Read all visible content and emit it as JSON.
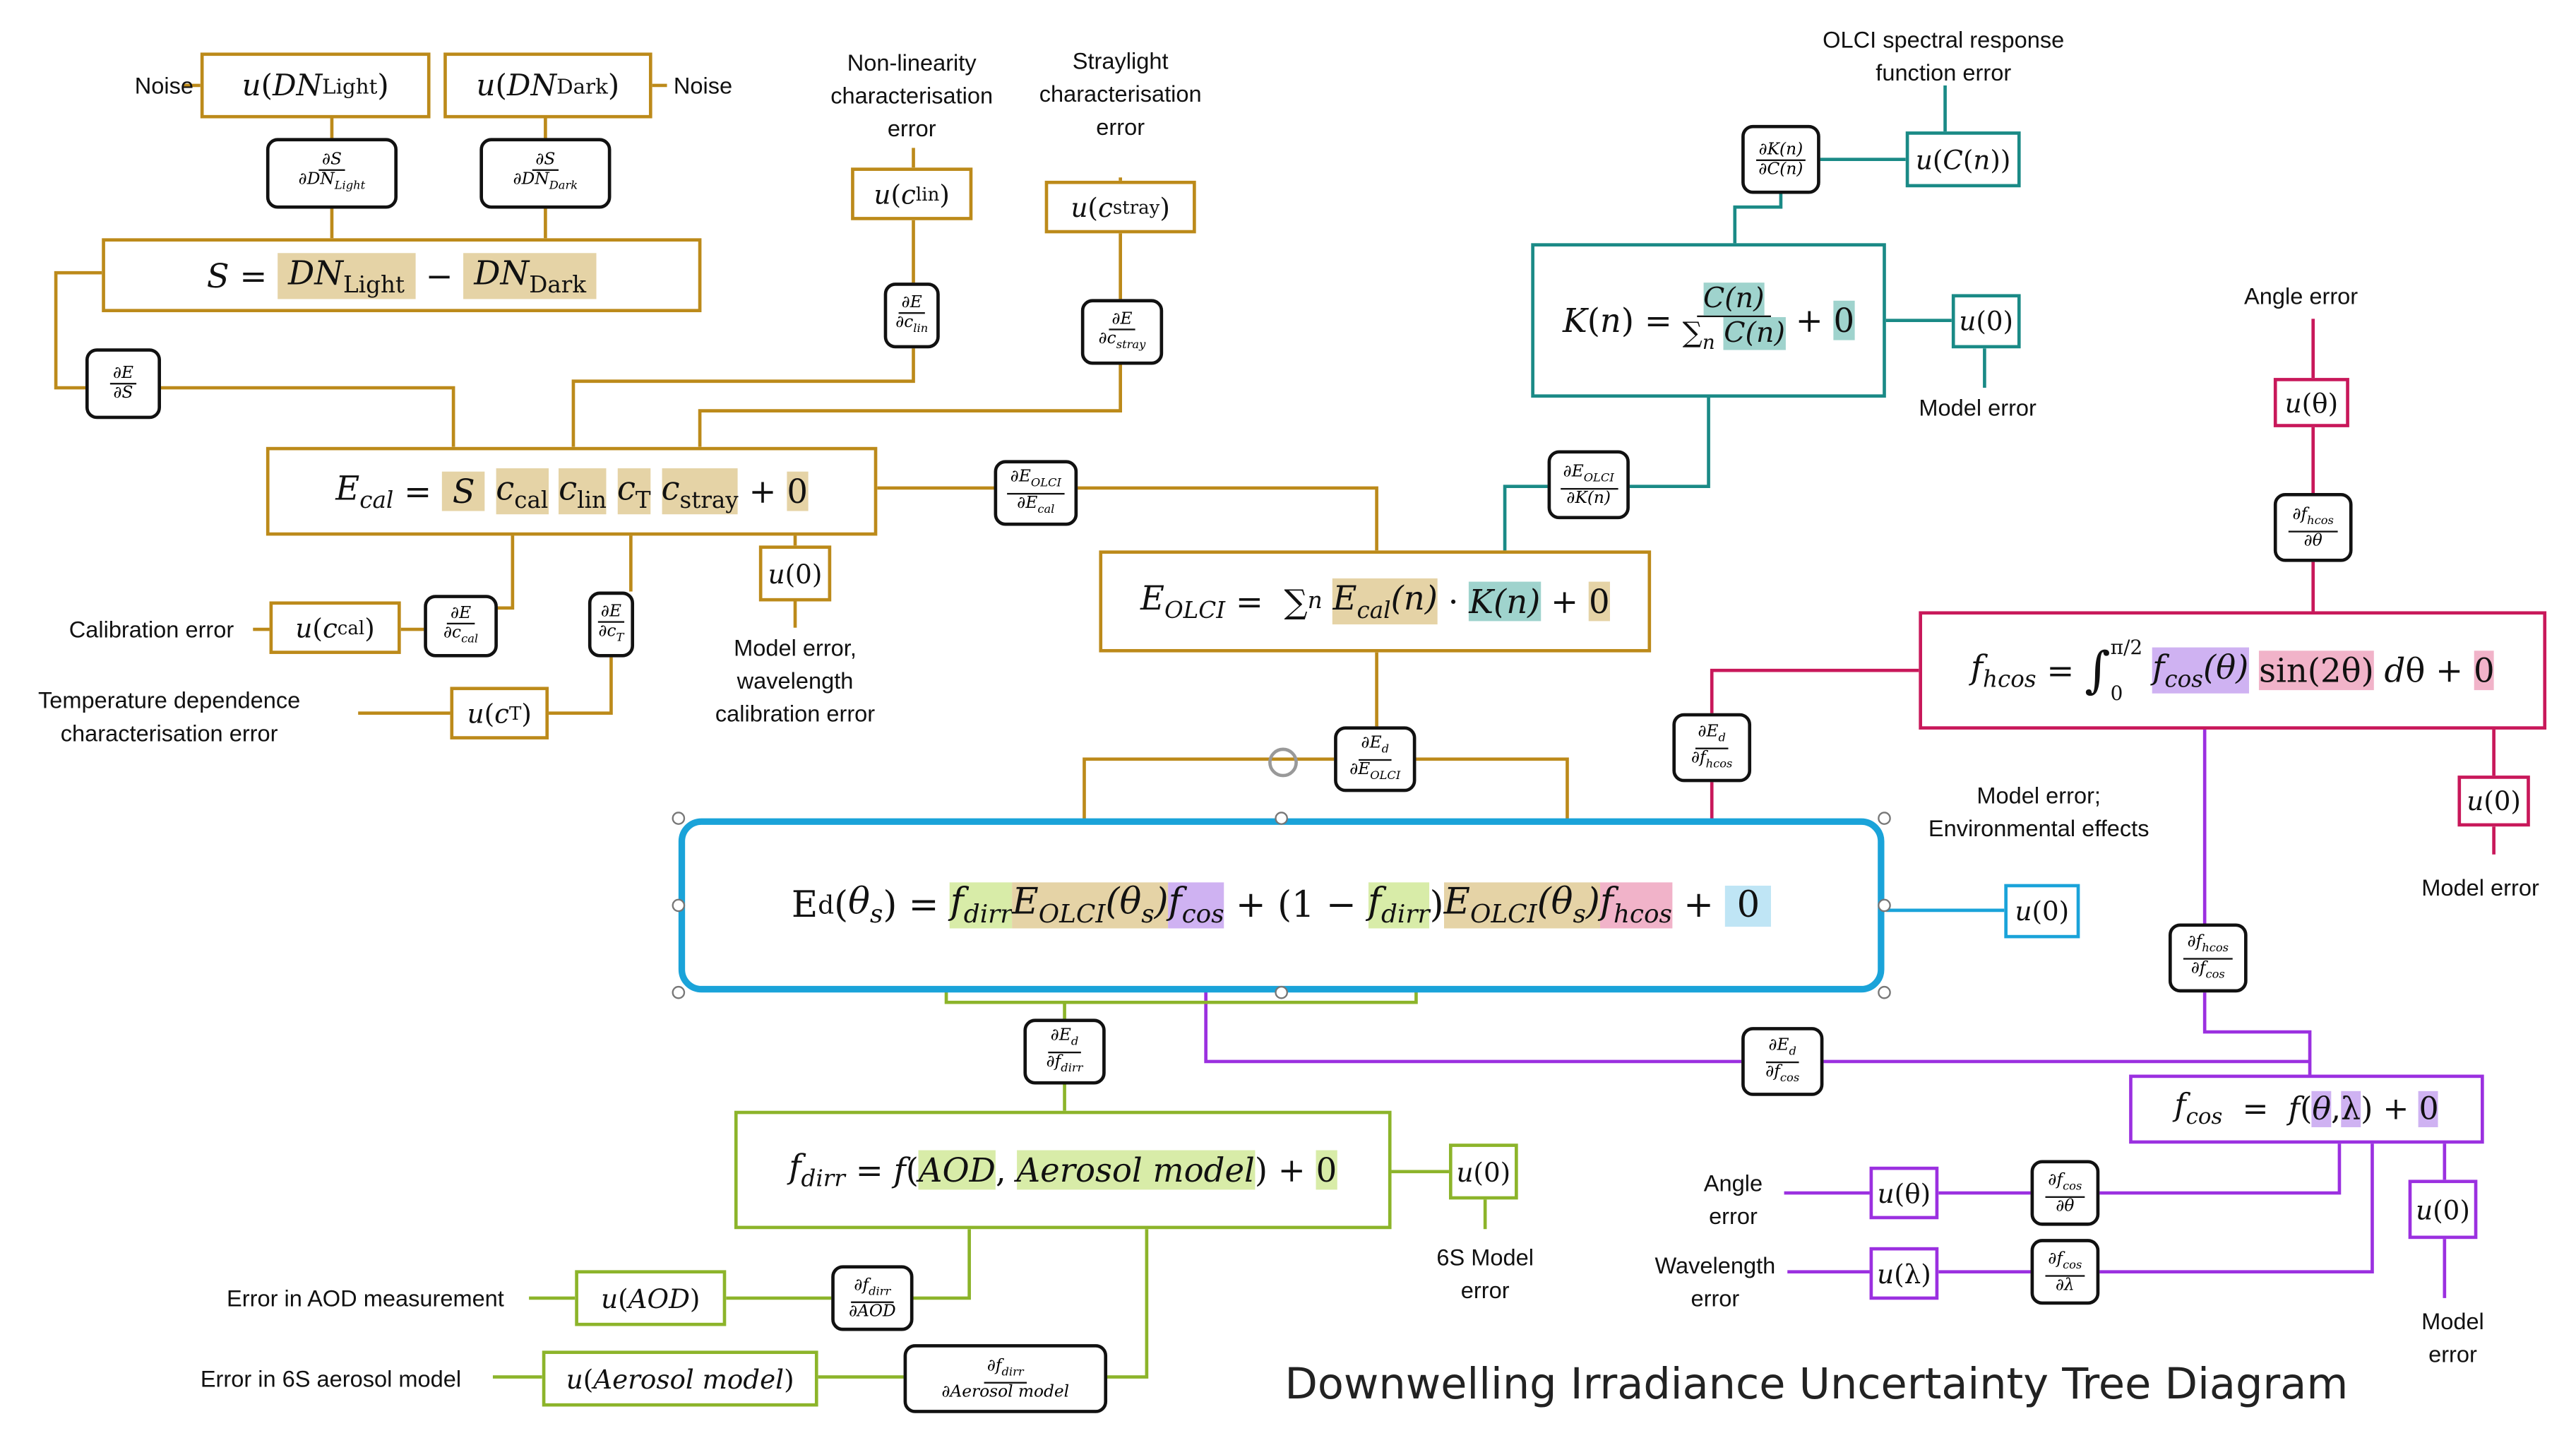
{
  "title": "Downwelling Irradiance Uncertainty Tree Diagram",
  "colors": {
    "gold": "#bc8a1a",
    "green": "#8cb42a",
    "teal": "#1a8a86",
    "pink": "#c8185a",
    "purple": "#9b30e0",
    "blue": "#1aa3d9"
  },
  "labels": {
    "noise_left": "Noise",
    "noise_right": "Noise",
    "nonlin_1": "Non-linearity",
    "nonlin_2": "characterisation",
    "nonlin_3": "error",
    "stray_1": "Straylight",
    "stray_2": "characterisation",
    "stray_3": "error",
    "olci_resp_1": "OLCI spectral response",
    "olci_resp_2": "function error",
    "model_error_k": "Model error",
    "angle_error_top": "Angle error",
    "calibration_error": "Calibration error",
    "temp_dep_1": "Temperature dependence",
    "temp_dep_2": "characterisation error",
    "model_wl_1": "Model error,",
    "model_wl_2": "wavelength",
    "model_wl_3": "calibration error",
    "model_env_1": "Model error;",
    "model_env_2": "Environmental effects",
    "model_error_fhcos": "Model error",
    "aod_error": "Error in AOD measurement",
    "aerosol_error": "Error in 6S aerosol model",
    "sixs_1": "6S Model",
    "sixs_2": "error",
    "angle_error_1": "Angle",
    "angle_error_2": "error",
    "wavelength_error_1": "Wavelength",
    "wavelength_error_2": "error",
    "model_fcos_1": "Model",
    "model_fcos_2": "error"
  }
}
